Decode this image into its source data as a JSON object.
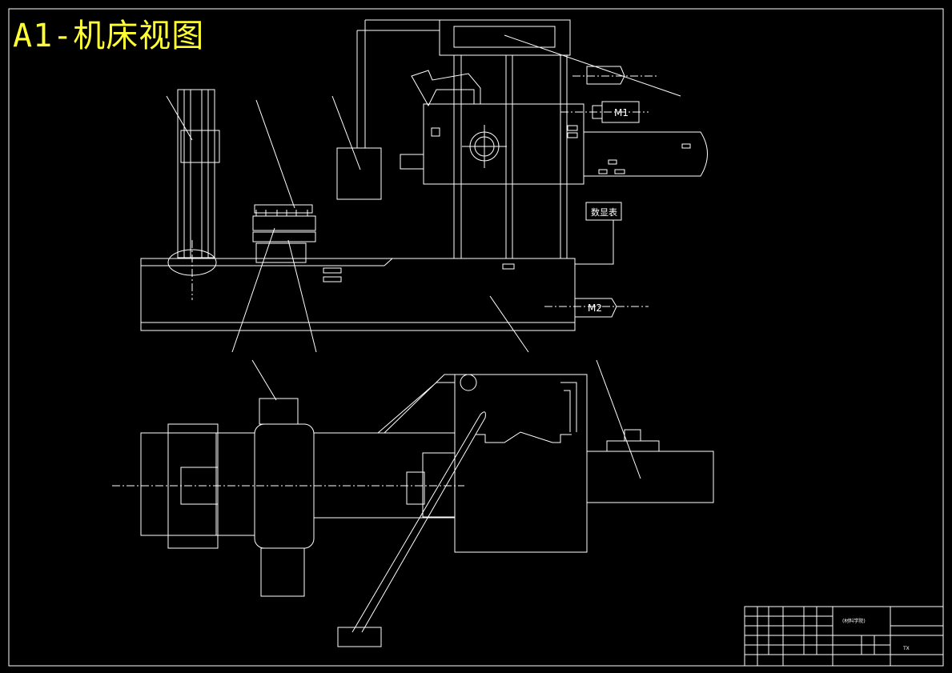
{
  "title": "A1-机床视图",
  "labels": {
    "m1": "M1",
    "m2": "M2",
    "digital_display": "数显表"
  },
  "title_block": {
    "school": "(材料学院)",
    "project": "TX"
  },
  "colors": {
    "background": "#000000",
    "line": "#ffffff",
    "title": "#ffff33"
  }
}
